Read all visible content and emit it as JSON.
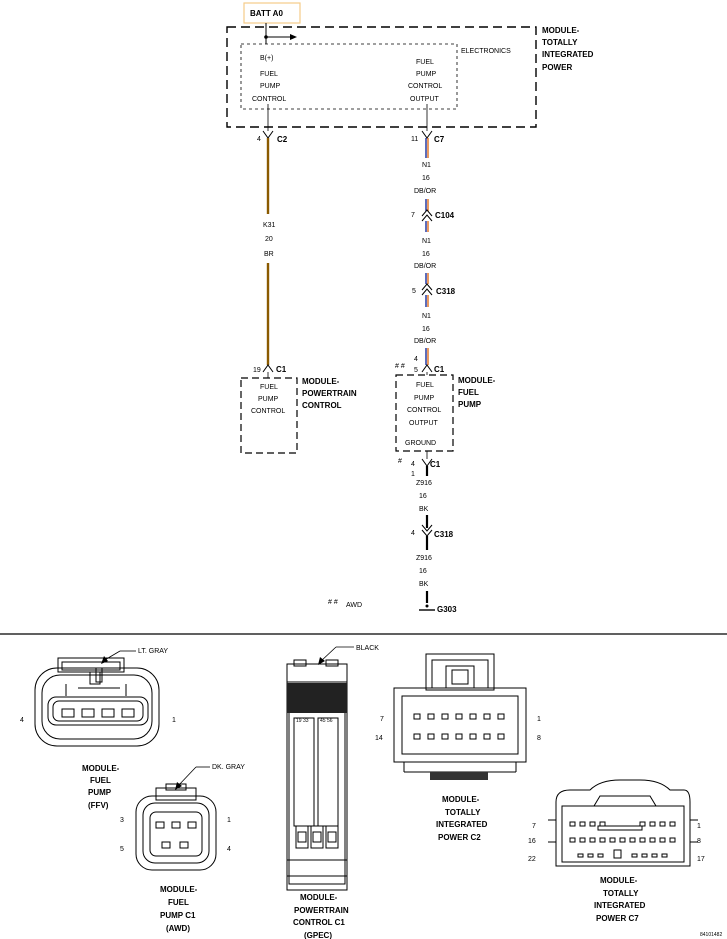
{
  "batt": "BATT A0",
  "tip_module": {
    "name1": "MODULE-",
    "name2": "TOTALLY",
    "name3": "INTEGRATED",
    "name4": "POWER",
    "electronics": "ELECTRONICS"
  },
  "tip_left": {
    "l1": "B(+)",
    "l2": "FUEL",
    "l3": "PUMP",
    "l4": "CONTROL"
  },
  "tip_right": {
    "l1": "FUEL",
    "l2": "PUMP",
    "l3": "CONTROL",
    "l4": "OUTPUT"
  },
  "c2": {
    "pin": "4",
    "name": "C2"
  },
  "c7": {
    "pin": "11",
    "name": "C7"
  },
  "wire_k31": {
    "circuit": "K31",
    "gauge": "20",
    "color": "BR"
  },
  "wire_n1_a": {
    "circuit": "N1",
    "gauge": "16",
    "color": "DB/OR"
  },
  "c104": {
    "pin": "7",
    "name": "C104"
  },
  "wire_n1_b": {
    "circuit": "N1",
    "gauge": "16",
    "color": "DB/OR"
  },
  "c318_a": {
    "pin": "5",
    "name": "C318"
  },
  "wire_n1_c": {
    "circuit": "N1",
    "gauge": "16",
    "color": "DB/OR"
  },
  "pcm_conn": {
    "pin": "19",
    "name": "C1"
  },
  "pcm": {
    "l1": "FUEL",
    "l2": "PUMP",
    "l3": "CONTROL",
    "name1": "MODULE-",
    "name2": "POWERTRAIN",
    "name3": "CONTROL"
  },
  "fp_conn_top": {
    "pin_a": "4",
    "pin_b": "5",
    "name": "C1",
    "mark": "# #"
  },
  "fp": {
    "l1": "FUEL",
    "l2": "PUMP",
    "l3": "CONTROL",
    "l4": "OUTPUT",
    "l5": "GROUND",
    "name1": "MODULE-",
    "name2": "FUEL",
    "name3": "PUMP"
  },
  "fp_conn_bot": {
    "pin_a": "4",
    "pin_b": "1",
    "name": "C1",
    "mark": "#"
  },
  "wire_z916_a": {
    "circuit": "Z916",
    "gauge": "16",
    "color": "BK"
  },
  "c318_b": {
    "pin": "4",
    "name": "C318"
  },
  "wire_z916_b": {
    "circuit": "Z916",
    "gauge": "16",
    "color": "BK"
  },
  "ground": "G303",
  "awd_note": {
    "mark": "# #",
    "text": "AWD"
  },
  "conn_ffv": {
    "color": "LT. GRAY",
    "pin_left": "4",
    "pin_right": "1",
    "n1": "MODULE-",
    "n2": "FUEL",
    "n3": "PUMP",
    "n4": "(FFV)"
  },
  "conn_awd": {
    "color": "DK. GRAY",
    "p3": "3",
    "p1": "1",
    "p5": "5",
    "p4": "4",
    "n1": "MODULE-",
    "n2": "FUEL",
    "n3": "PUMP C1",
    "n4": "(AWD)"
  },
  "conn_pcm": {
    "color": "BLACK",
    "pins_a": "19 33",
    "pins_b": "45 56",
    "n1": "MODULE-",
    "n2": "POWERTRAIN",
    "n3": "CONTROL C1",
    "n4": "(GPEC)"
  },
  "conn_c2": {
    "p7": "7",
    "p1": "1",
    "p14": "14",
    "p8": "8",
    "n1": "MODULE-",
    "n2": "TOTALLY",
    "n3": "INTEGRATED",
    "n4": "POWER C2"
  },
  "conn_c7": {
    "p7": "7",
    "p1": "1",
    "p16": "16",
    "p8": "8",
    "p22": "22",
    "p17": "17",
    "n1": "MODULE-",
    "n2": "TOTALLY",
    "n3": "INTEGRATED",
    "n4": "POWER C7"
  },
  "figure_id": "84101482",
  "colors": {
    "brown": "#8a5a00",
    "blue": "#1a2f9c",
    "orange": "#e07020",
    "box_border": "#f5cc88"
  }
}
